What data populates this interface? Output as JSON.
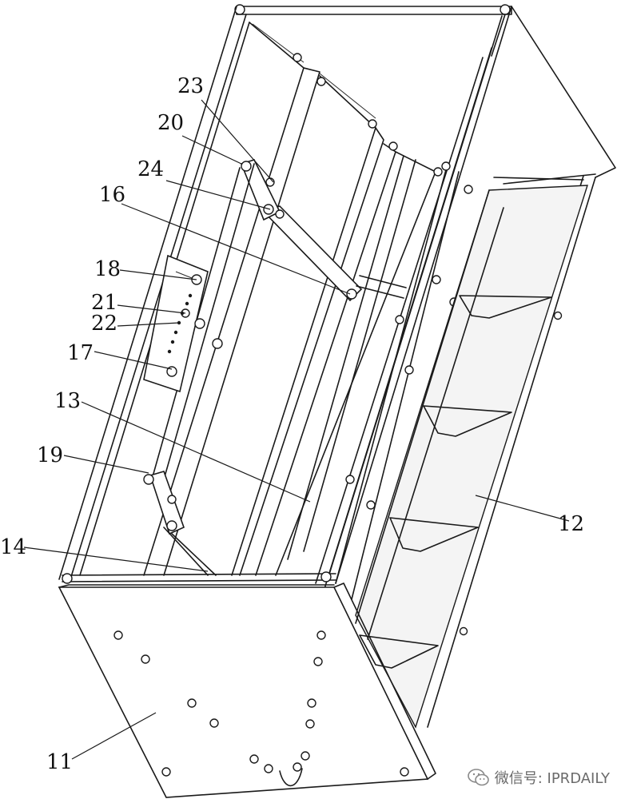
{
  "figure": {
    "callouts": [
      {
        "id": "23",
        "text": "23"
      },
      {
        "id": "20",
        "text": "20"
      },
      {
        "id": "24",
        "text": "24"
      },
      {
        "id": "16",
        "text": "16"
      },
      {
        "id": "18",
        "text": "18"
      },
      {
        "id": "21",
        "text": "21"
      },
      {
        "id": "22",
        "text": "22"
      },
      {
        "id": "17",
        "text": "17"
      },
      {
        "id": "13",
        "text": "13"
      },
      {
        "id": "19",
        "text": "19"
      },
      {
        "id": "14",
        "text": "14"
      },
      {
        "id": "12",
        "text": "12"
      },
      {
        "id": "11",
        "text": "11"
      }
    ]
  },
  "watermark": {
    "text": "微信号: IPRDAILY",
    "icon": "wechat-icon"
  }
}
